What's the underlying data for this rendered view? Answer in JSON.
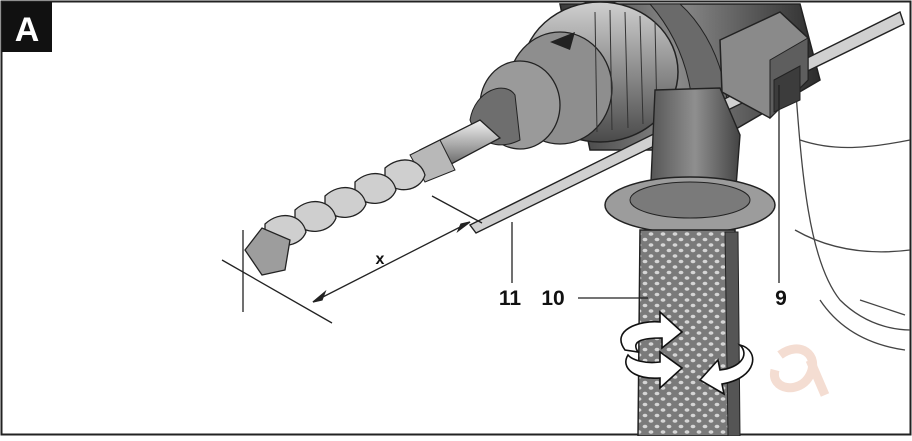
{
  "figure": {
    "panel_letter": "A",
    "callouts": {
      "dimension": "x",
      "depth_stop": "11",
      "auxiliary_handle": "10",
      "clamp_screw": "9"
    }
  }
}
